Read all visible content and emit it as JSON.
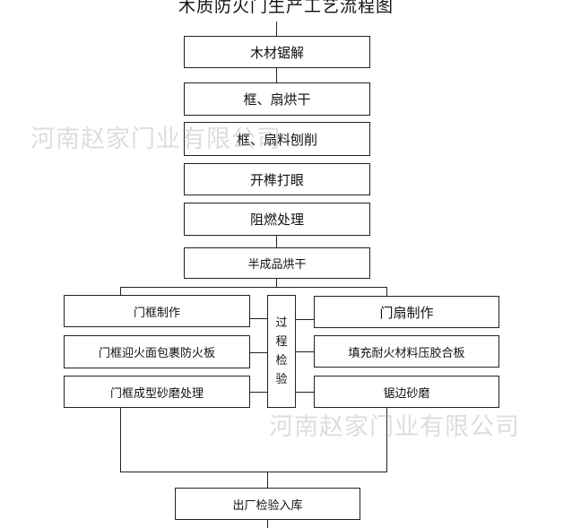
{
  "title": "木质防火门生产工艺流程图",
  "steps": [
    "木材锯解",
    "框、扇烘干",
    "框、扇料刨削",
    "开榫打眼",
    "阻燃处理",
    "半成品烘干"
  ],
  "left_branch": [
    "门框制作",
    "门框迎火面包裹防火板",
    "门框成型砂磨处理"
  ],
  "right_branch": [
    "门扇制作",
    "填充耐火材料压胶合板",
    "锯边砂磨"
  ],
  "inspection": [
    "过",
    "程",
    "检",
    "验"
  ],
  "final_step": "出厂检验入库",
  "watermarks": [
    "河南赵家门业有限公司",
    "河南赵家门业有限公司"
  ]
}
